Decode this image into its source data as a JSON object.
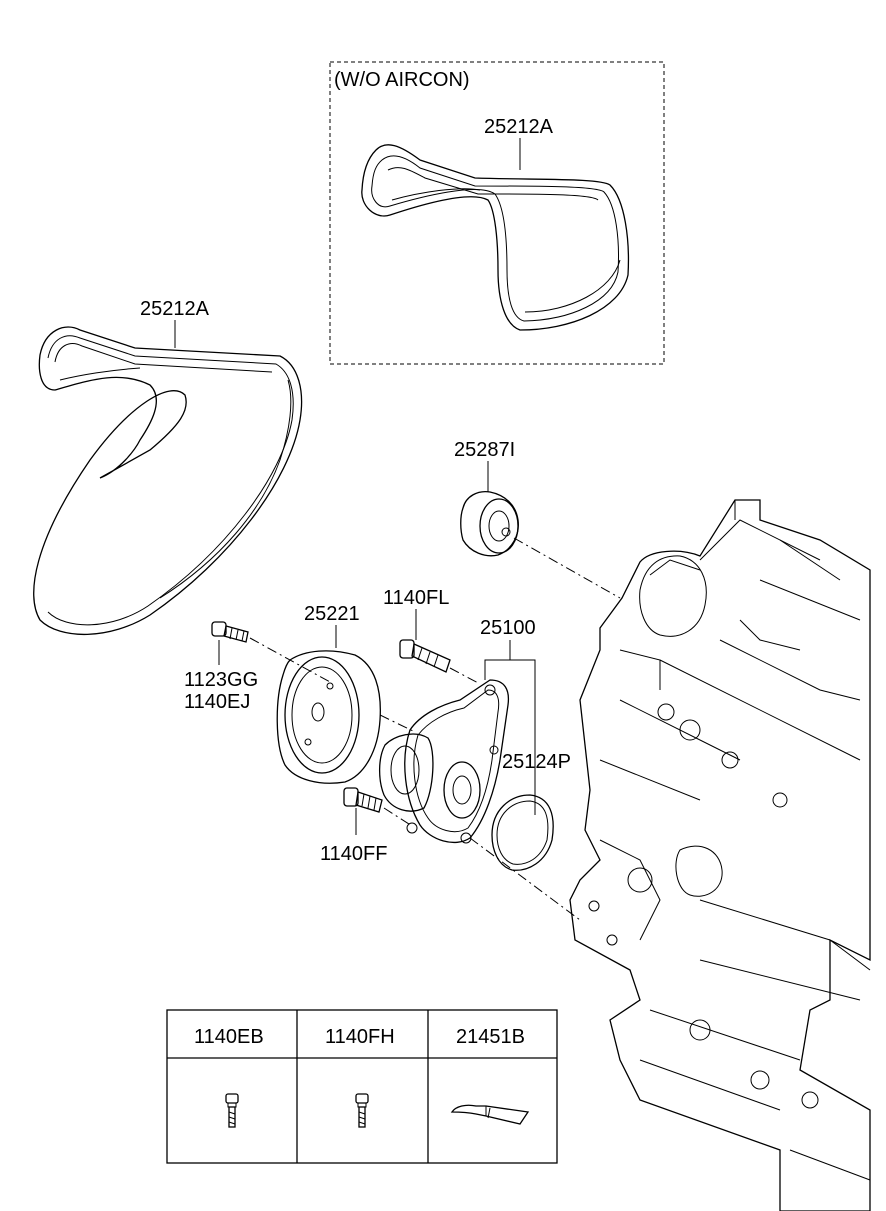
{
  "diagram": {
    "variant_box_label": "(W/O AIRCON)",
    "parts": {
      "belt_no_aircon": "25212A",
      "belt_main": "25212A",
      "idler_pulley": "25287I",
      "pump_pulley": "25221",
      "bolt_upper": "1140FL",
      "water_pump": "25100",
      "bolt_pulley_1": "1123GG",
      "bolt_pulley_2": "1140EJ",
      "gasket": "25124P",
      "bolt_lower": "1140FF"
    },
    "table": {
      "headers": [
        "1140EB",
        "1140FH",
        "21451B"
      ]
    }
  }
}
